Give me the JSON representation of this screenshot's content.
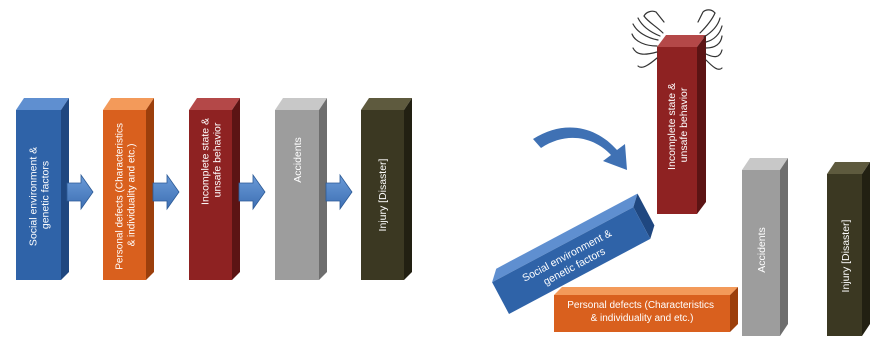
{
  "left_sequence": {
    "blocks": [
      {
        "id": "social",
        "lines": [
          "Social environment  &",
          "genetic factors"
        ],
        "color": "#2f63a8"
      },
      {
        "id": "personal",
        "lines": [
          "Personal defects (Characteristics",
          "& individuality and etc.)"
        ],
        "color": "#d9601e"
      },
      {
        "id": "incomplete",
        "lines": [
          "Incomplete state &",
          "unsafe behavior"
        ],
        "color": "#8e2222"
      },
      {
        "id": "accidents",
        "lines": [
          "Accidents"
        ],
        "color": "#9d9d9d"
      },
      {
        "id": "injury",
        "lines": [
          "Injury [Disaster]"
        ],
        "color": "#3b3822"
      }
    ],
    "arrow_color": "#4a7ec2"
  },
  "right_scene": {
    "incomplete_lines": [
      "Incomplete state &",
      "unsafe behavior"
    ],
    "accidents_label": "Accidents",
    "injury_label": "Injury [Disaster]",
    "social_lines": [
      "Social environment  &",
      "genetic factors"
    ],
    "personal_lines": [
      "Personal defects (Characteristics",
      "& individuality and etc.)"
    ],
    "hands_icon": "hands-removing-block-icon",
    "curved_arrow_icon": "curved-arrow-icon"
  }
}
